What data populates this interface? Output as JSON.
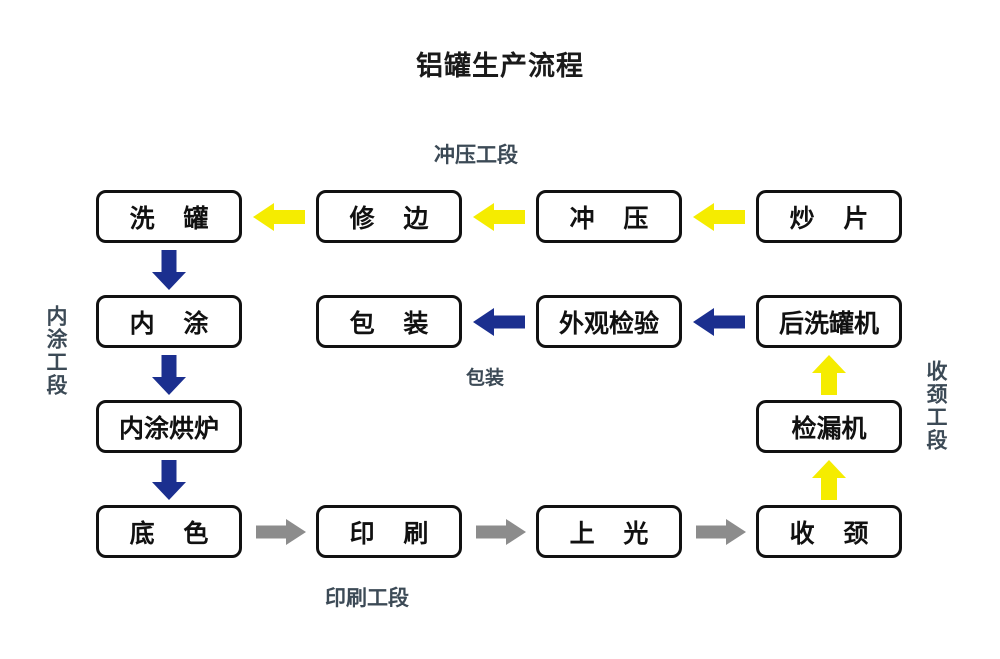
{
  "title": "铝罐生产流程",
  "section_labels": {
    "stamping": "冲压工段",
    "packaging": "包装",
    "printing": "印刷工段",
    "inner_coating": "内涂工段",
    "necking": "收颈工段"
  },
  "colors": {
    "yellow": "#F5EC00",
    "navy": "#1B2F8F",
    "gray": "#8C8C8C",
    "box_border": "#111111",
    "label_text": "#3c4a56",
    "background": "#ffffff"
  },
  "nodes": {
    "wash_can": "洗 罐",
    "trim": "修 边",
    "stamp": "冲 压",
    "fry_sheet": "炒 片",
    "inner_coat": "内 涂",
    "pack": "包 装",
    "appearance_check": "外观检验",
    "post_washer": "后洗罐机",
    "inner_coat_oven": "内涂烘炉",
    "leak_tester": "检漏机",
    "base_color": "底 色",
    "print": "印 刷",
    "varnish": "上 光",
    "necking": "收 颈"
  },
  "flow": {
    "type": "process-flowchart",
    "direction": "serpentine",
    "steps_in_order": [
      "炒 片",
      "冲 压",
      "修 边",
      "洗 罐",
      "内 涂",
      "内涂烘炉",
      "底 色",
      "印 刷",
      "上 光",
      "收 颈",
      "检漏机",
      "后洗罐机",
      "外观检验",
      "包 装"
    ],
    "edges": [
      {
        "from": "炒 片",
        "to": "冲 压",
        "color": "yellow",
        "direction": "left"
      },
      {
        "from": "冲 压",
        "to": "修 边",
        "color": "yellow",
        "direction": "left"
      },
      {
        "from": "修 边",
        "to": "洗 罐",
        "color": "yellow",
        "direction": "left"
      },
      {
        "from": "洗 罐",
        "to": "内 涂",
        "color": "navy",
        "direction": "down"
      },
      {
        "from": "内 涂",
        "to": "内涂烘炉",
        "color": "navy",
        "direction": "down"
      },
      {
        "from": "内涂烘炉",
        "to": "底 色",
        "color": "navy",
        "direction": "down"
      },
      {
        "from": "底 色",
        "to": "印 刷",
        "color": "gray",
        "direction": "right"
      },
      {
        "from": "印 刷",
        "to": "上 光",
        "color": "gray",
        "direction": "right"
      },
      {
        "from": "上 光",
        "to": "收 颈",
        "color": "gray",
        "direction": "right"
      },
      {
        "from": "收 颈",
        "to": "检漏机",
        "color": "yellow",
        "direction": "up"
      },
      {
        "from": "检漏机",
        "to": "后洗罐机",
        "color": "yellow",
        "direction": "up"
      },
      {
        "from": "后洗罐机",
        "to": "外观检验",
        "color": "navy",
        "direction": "left"
      },
      {
        "from": "外观检验",
        "to": "包 装",
        "color": "navy",
        "direction": "left"
      }
    ]
  }
}
